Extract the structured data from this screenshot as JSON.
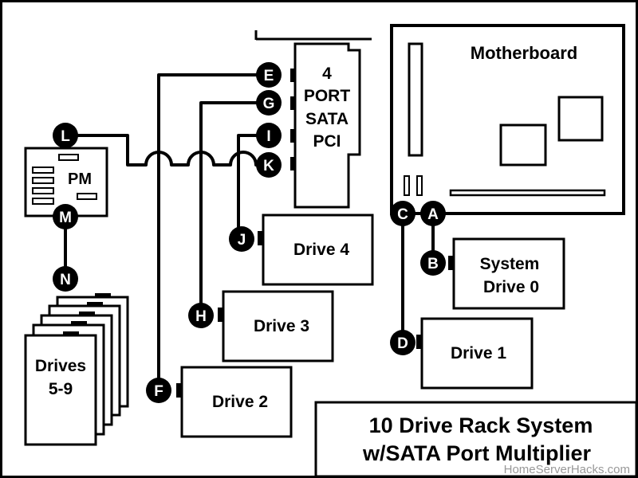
{
  "title": {
    "line1": "10 Drive Rack System",
    "line2": "w/SATA Port Multiplier"
  },
  "watermark": "HomeServerHacks.com",
  "motherboard": {
    "label": "Motherboard"
  },
  "pci_card": {
    "line1": "4",
    "line2": "PORT",
    "line3": "SATA",
    "line4": "PCI"
  },
  "pm": {
    "label": "PM"
  },
  "drives": {
    "system0": {
      "line1": "System",
      "line2": "Drive 0"
    },
    "drive1": "Drive 1",
    "drive2": "Drive 2",
    "drive3": "Drive 3",
    "drive4": "Drive 4",
    "drives59": {
      "line1": "Drives",
      "line2": "5-9"
    }
  },
  "connectors": {
    "A": "A",
    "B": "B",
    "C": "C",
    "D": "D",
    "E": "E",
    "F": "F",
    "G": "G",
    "H": "H",
    "I": "I",
    "J": "J",
    "K": "K",
    "L": "L",
    "M": "M",
    "N": "N"
  }
}
